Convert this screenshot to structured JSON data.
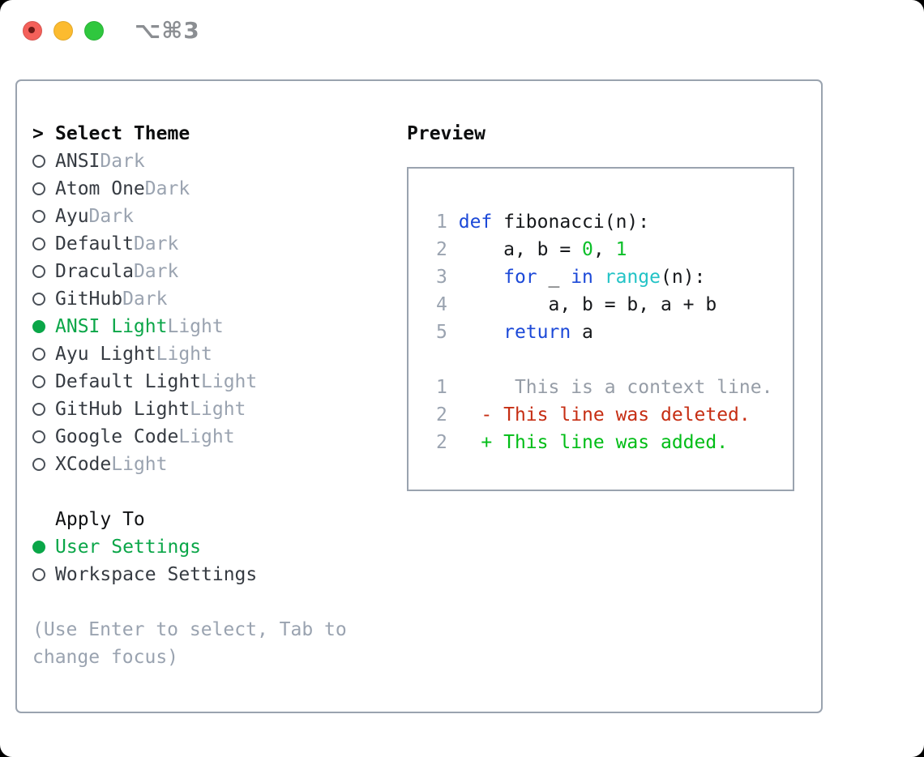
{
  "window": {
    "hotkey_label": "⌥⌘3"
  },
  "colors": {
    "accent_green": "#0aa648",
    "keyword_blue": "#1c49d8",
    "builtin_cyan": "#23c3c6",
    "number_green": "#0abf28",
    "diff_red": "#c62e13",
    "diff_added_green": "#00bd16",
    "muted_gray": "#9aa3b0",
    "text_dark": "#363b42",
    "traffic_red": "#f4605a",
    "traffic_yellow": "#fcbb2f",
    "traffic_green": "#2fc73e"
  },
  "theme_panel": {
    "prompt": ">",
    "title": "Select Theme",
    "items": [
      {
        "name": "ANSI",
        "variant": "Dark",
        "selected": false
      },
      {
        "name": "Atom One",
        "variant": "Dark",
        "selected": false
      },
      {
        "name": "Ayu",
        "variant": "Dark",
        "selected": false
      },
      {
        "name": "Default",
        "variant": "Dark",
        "selected": false
      },
      {
        "name": "Dracula",
        "variant": "Dark",
        "selected": false
      },
      {
        "name": "GitHub",
        "variant": "Dark",
        "selected": false
      },
      {
        "name": "ANSI Light",
        "variant": "Light",
        "selected": true
      },
      {
        "name": "Ayu Light",
        "variant": "Light",
        "selected": false
      },
      {
        "name": "Default Light",
        "variant": "Light",
        "selected": false
      },
      {
        "name": "GitHub Light",
        "variant": "Light",
        "selected": false
      },
      {
        "name": "Google Code",
        "variant": "Light",
        "selected": false
      },
      {
        "name": "XCode",
        "variant": "Light",
        "selected": false
      }
    ],
    "apply_to": {
      "title": "Apply To",
      "options": [
        {
          "label": "User Settings",
          "selected": true
        },
        {
          "label": "Workspace Settings",
          "selected": false
        }
      ]
    },
    "help_text": "(Use Enter to select, Tab to change focus)"
  },
  "preview": {
    "title": "Preview",
    "code_lines": [
      {
        "number": "1",
        "segments": [
          {
            "text": "def",
            "style": "keyword"
          },
          {
            "text": " fibonacci(n):",
            "style": "plain"
          }
        ]
      },
      {
        "number": "2",
        "segments": [
          {
            "text": "    a, b = ",
            "style": "plain"
          },
          {
            "text": "0",
            "style": "number"
          },
          {
            "text": ", ",
            "style": "plain"
          },
          {
            "text": "1",
            "style": "number"
          }
        ]
      },
      {
        "number": "3",
        "segments": [
          {
            "text": "    ",
            "style": "plain"
          },
          {
            "text": "for",
            "style": "keyword"
          },
          {
            "text": " _ ",
            "style": "plain"
          },
          {
            "text": "in",
            "style": "keyword"
          },
          {
            "text": " ",
            "style": "plain"
          },
          {
            "text": "range",
            "style": "builtin"
          },
          {
            "text": "(n):",
            "style": "plain"
          }
        ]
      },
      {
        "number": "4",
        "segments": [
          {
            "text": "        a, b = b, a + b",
            "style": "plain"
          }
        ]
      },
      {
        "number": "5",
        "segments": [
          {
            "text": "    ",
            "style": "plain"
          },
          {
            "text": "return",
            "style": "keyword"
          },
          {
            "text": " a",
            "style": "plain"
          }
        ]
      },
      {
        "number": "",
        "segments": []
      },
      {
        "number": "1",
        "segments": [
          {
            "text": "     This is a context line.",
            "style": "context"
          }
        ]
      },
      {
        "number": "2",
        "segments": [
          {
            "text": "  - This line was deleted.",
            "style": "deleted"
          }
        ]
      },
      {
        "number": "2",
        "segments": [
          {
            "text": "  + This line was added.",
            "style": "added"
          }
        ]
      }
    ]
  }
}
